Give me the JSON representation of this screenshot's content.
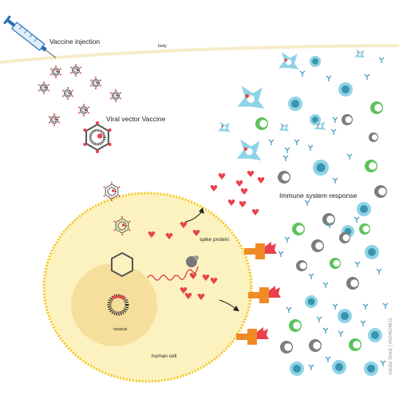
{
  "labels": {
    "vaccine_injection": "Vaccine injection",
    "body": "body",
    "viral_vector_vaccine": "Viral vector Vaccine",
    "immune_system_response": "Immune system response",
    "spike_protein": "spike protein",
    "nucleus": "nucleus",
    "human_cell": "human cell"
  },
  "watermark": "Adobe Stock | #504624611",
  "colors": {
    "body_line": "#f7ecc9",
    "cell_fill": "#fbf2bf",
    "cell_membrane": "#f5c518",
    "nucleus_fill": "#f6df9c",
    "spike": "#e8414c",
    "receptor": "#f08a24",
    "immune_cyan": "#8fd3e6",
    "immune_dark": "#3b93ad",
    "green_ring": "#5cc25a",
    "gray_ring": "#7c7c7c",
    "rna": "#e8414c",
    "syringe_blue": "#2a6fb5"
  }
}
